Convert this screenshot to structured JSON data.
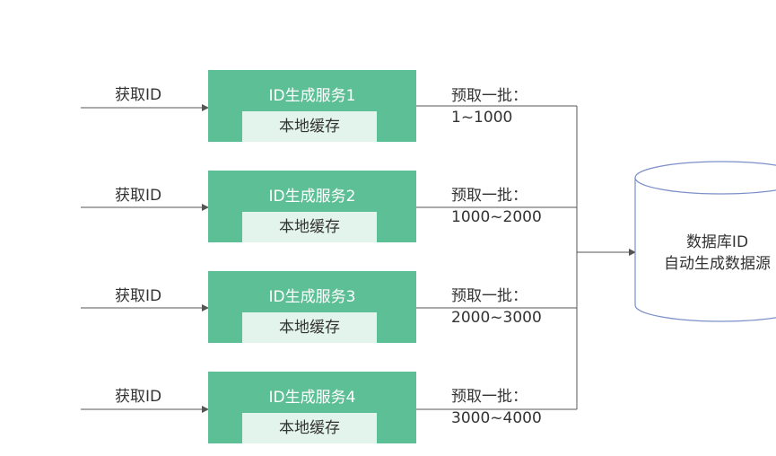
{
  "services": [
    {
      "request_label": "获取ID",
      "title": "ID生成服务1",
      "cache_label": "本地缓存",
      "batch_label": "预取一批：",
      "batch_range": "1~1000"
    },
    {
      "request_label": "获取ID",
      "title": "ID生成服务2",
      "cache_label": "本地缓存",
      "batch_label": "预取一批：",
      "batch_range": "1000~2000"
    },
    {
      "request_label": "获取ID",
      "title": "ID生成服务3",
      "cache_label": "本地缓存",
      "batch_label": "预取一批：",
      "batch_range": "2000~3000"
    },
    {
      "request_label": "获取ID",
      "title": "ID生成服务4",
      "cache_label": "本地缓存",
      "batch_label": "预取一批：",
      "batch_range": "3000~4000"
    }
  ],
  "database": {
    "line1": "数据库ID",
    "line2": "自动生成数据源"
  },
  "colors": {
    "service_fill": "#5dbf95",
    "cache_fill": "#e3f4ec",
    "db_stroke": "#7b8fc9",
    "line": "#555555"
  }
}
